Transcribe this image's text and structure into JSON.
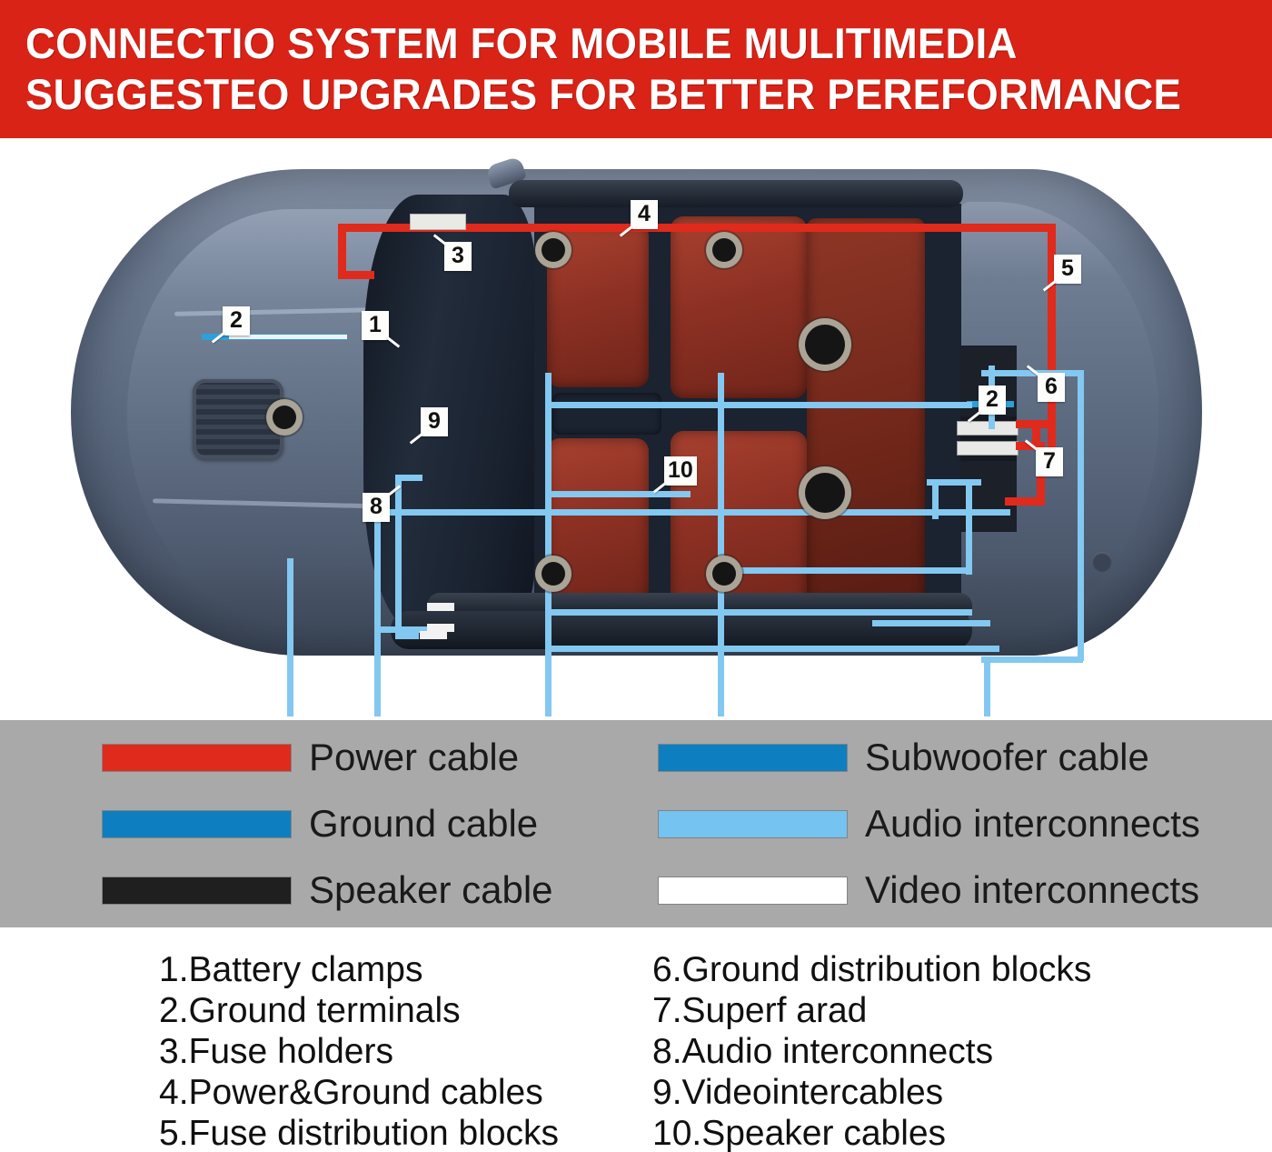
{
  "banner": {
    "line1": "CONNECTIO SYSTEM FOR MOBILE MULITIMEDIA",
    "line2": "SUGGESTEO UPGRADES FOR BETTER PEREFORMANCE",
    "bg_color": "#D92317",
    "text_color": "#FFFFFF"
  },
  "diagram": {
    "title": "Car audio wiring top-view diagram",
    "callouts": [
      {
        "id": "1",
        "label": "1",
        "refers_to": "Battery clamps"
      },
      {
        "id": "2a",
        "label": "2",
        "refers_to": "Ground terminals"
      },
      {
        "id": "3",
        "label": "3",
        "refers_to": "Fuse holders"
      },
      {
        "id": "4",
        "label": "4",
        "refers_to": "Power&Ground cables"
      },
      {
        "id": "5",
        "label": "5",
        "refers_to": "Fuse distribution blocks"
      },
      {
        "id": "6",
        "label": "6",
        "refers_to": "Ground distribution blocks"
      },
      {
        "id": "7",
        "label": "7",
        "refers_to": "Superf arad"
      },
      {
        "id": "8",
        "label": "8",
        "refers_to": "Audio interconnects"
      },
      {
        "id": "9",
        "label": "9",
        "refers_to": "Videointercables"
      },
      {
        "id": "10",
        "label": "10",
        "refers_to": "Speaker cables"
      },
      {
        "id": "2b",
        "label": "2",
        "refers_to": "Ground terminals"
      }
    ]
  },
  "legend": {
    "bg_color": "#A9A9A9",
    "left": [
      {
        "label": "Power cable",
        "color": "#E02A1C"
      },
      {
        "label": "Ground cable",
        "color": "#0D7FC0"
      },
      {
        "label": "Speaker cable",
        "color": "#1F1F1F"
      }
    ],
    "right": [
      {
        "label": "Subwoofer cable",
        "color": "#0D7FC0"
      },
      {
        "label": "Audio interconnects",
        "color": "#74C3F0"
      },
      {
        "label": "Video interconnects",
        "color": "#FFFFFF"
      }
    ]
  },
  "items": {
    "left": [
      {
        "num": "1.",
        "text": "Battery clamps"
      },
      {
        "num": "2.",
        "text": "Ground terminals"
      },
      {
        "num": "3.",
        "text": "Fuse holders"
      },
      {
        "num": "4.",
        "text": "Power&Ground cables"
      },
      {
        "num": "5.",
        "text": "Fuse distribution blocks"
      }
    ],
    "right": [
      {
        "num": "6.",
        "text": "Ground distribution blocks"
      },
      {
        "num": "7.",
        "text": "Superf arad"
      },
      {
        "num": "8.",
        "text": "Audio interconnects"
      },
      {
        "num": "9.",
        "text": "Videointercables"
      },
      {
        "num": "10.",
        "text": "Speaker cables"
      }
    ]
  }
}
